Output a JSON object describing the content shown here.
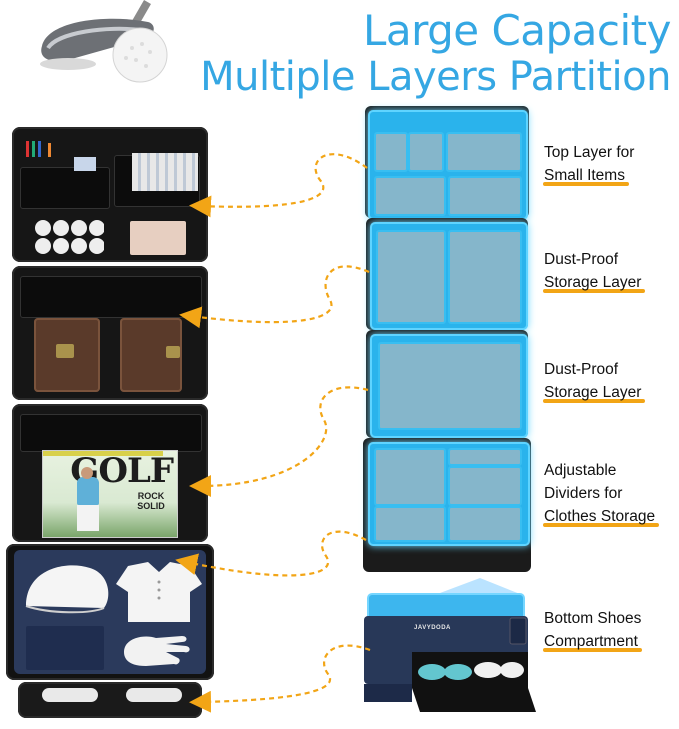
{
  "headline": {
    "line1": "Large Capacity",
    "line2": "Multiple Layers Partition"
  },
  "labels": [
    {
      "line1": "Top Layer for",
      "line2": "Small Items"
    },
    {
      "line1": "Dust-Proof",
      "line2": "Storage Layer"
    },
    {
      "line1": "Dust-Proof",
      "line2": "Storage Layer"
    },
    {
      "line1": "Adjustable",
      "line2": "Dividers for",
      "line3": "Clothes Storage"
    },
    {
      "line1": "Bottom Shoes",
      "line2": "Compartment"
    }
  ],
  "magazine": {
    "title": "GOLF",
    "cover_line": "ROCK SOLID"
  },
  "brand_tag": "JAVYDODA",
  "colors": {
    "headline": "#35a7e3",
    "highlight": "#f2a516",
    "arrow": "#f2a516",
    "glow_tray": "#2ab3ec",
    "case": "#161616",
    "organizer_navy": "#2b3a5c"
  }
}
